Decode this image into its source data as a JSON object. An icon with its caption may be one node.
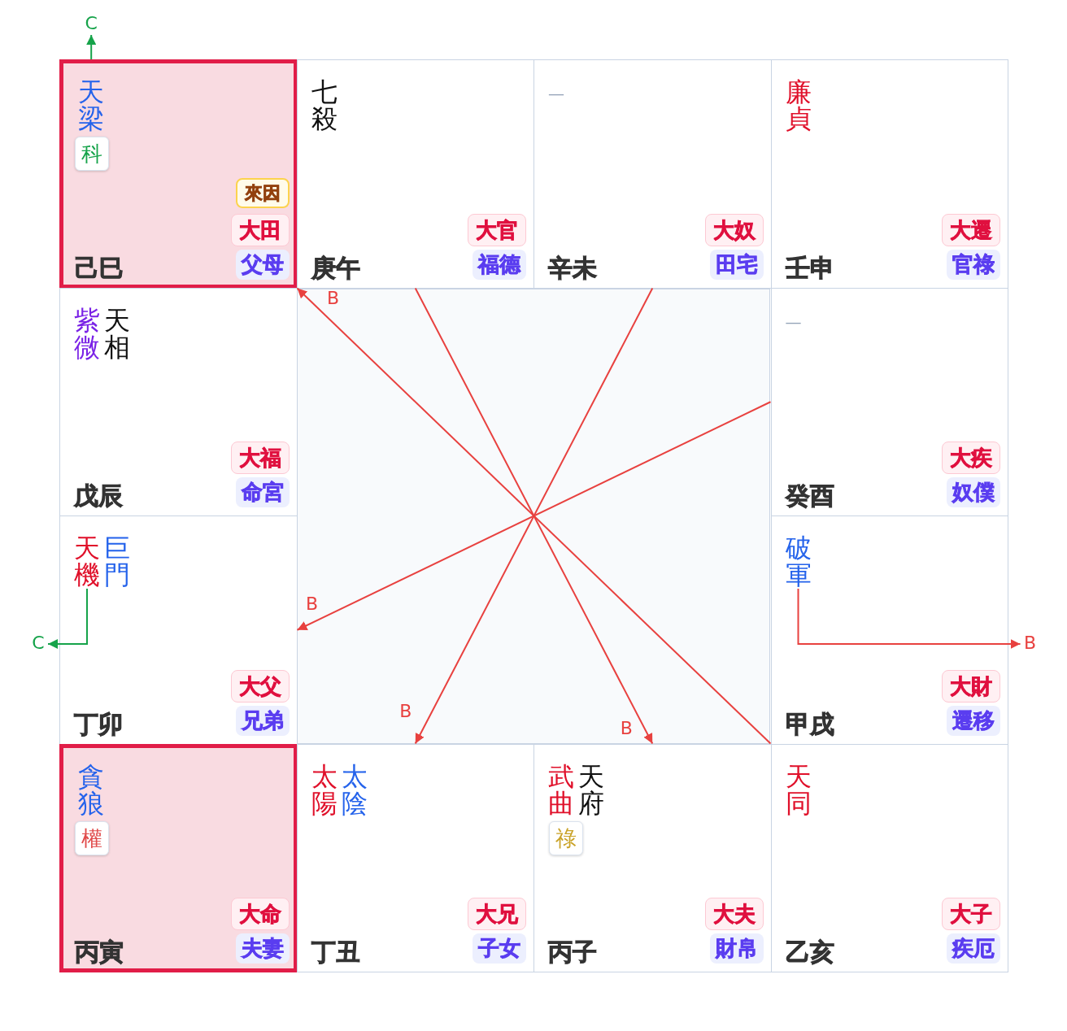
{
  "diagram": {
    "nodes": [
      {
        "text": [
          "天梁",
          "己巳"
        ]
      },
      {
        "text": [
          "科"
        ],
        "in": 0
      },
      {
        "text": [
          "來因"
        ],
        "in": 0
      },
      {
        "text": [
          "大田"
        ],
        "in": 0
      },
      {
        "text": [
          "父母"
        ],
        "in": 0
      },
      {
        "text": [
          "七殺",
          "庚午"
        ]
      },
      {
        "text": [
          "大官"
        ],
        "in": 5
      },
      {
        "text": [
          "福德"
        ],
        "in": 5
      },
      {
        "text": [
          "—",
          "辛未"
        ]
      },
      {
        "text": [
          "大奴"
        ],
        "in": 8
      },
      {
        "text": [
          "田宅"
        ],
        "in": 8
      },
      {
        "text": [
          "廉貞",
          "壬申"
        ]
      },
      {
        "text": [
          "大遷"
        ],
        "in": 11
      },
      {
        "text": [
          "官祿"
        ],
        "in": 11
      },
      {
        "text": [
          "紫微",
          "天相",
          "戊辰"
        ]
      },
      {
        "text": [
          "大福"
        ],
        "in": 14
      },
      {
        "text": [
          "命宮"
        ],
        "in": 14
      },
      {
        "text": [
          "—",
          "癸酉"
        ]
      },
      {
        "text": [
          "大疾"
        ],
        "in": 17
      },
      {
        "text": [
          "奴僕"
        ],
        "in": 17
      },
      {
        "text": [
          "巨門",
          "丁卯"
        ]
      },
      {
        "text": [
          "天機"
        ],
        "in": 20
      },
      {
        "text": [
          "大父"
        ],
        "in": 20
      },
      {
        "text": [
          "兄弟"
        ],
        "in": 20
      },
      {
        "text": [
          "甲戌"
        ]
      },
      {
        "text": [
          "破軍"
        ],
        "in": 24
      },
      {
        "text": [
          "大財"
        ],
        "in": 24
      },
      {
        "text": [
          "遷移"
        ],
        "in": 24
      },
      {
        "text": [
          "貪狼",
          "丙寅"
        ]
      },
      {
        "text": [
          "權"
        ],
        "in": 28
      },
      {
        "text": [
          "大命"
        ],
        "in": 28
      },
      {
        "text": [
          "夫妻"
        ],
        "in": 28
      },
      {
        "text": [
          "太陽",
          "太陰",
          "丁丑"
        ]
      },
      {
        "text": [
          "大兄"
        ],
        "in": 32
      },
      {
        "text": [
          "子女"
        ],
        "in": 32
      },
      {
        "text": [
          "武曲",
          "天府",
          "丙子"
        ]
      },
      {
        "text": [
          "祿"
        ],
        "in": 35
      },
      {
        "text": [
          "大夫"
        ],
        "in": 35
      },
      {
        "text": [
          "財帛"
        ],
        "in": 35
      },
      {
        "text": [
          "天同",
          "乙亥"
        ]
      },
      {
        "text": [
          "大子"
        ],
        "in": 39
      },
      {
        "text": [
          "疾厄"
        ],
        "in": 39
      }
    ],
    "edges": [
      {
        "from": 0,
        "to": null,
        "arrow": "to",
        "label": "C",
        "color": "#16a34a"
      },
      {
        "from": 39,
        "to": 0,
        "arrow": "to",
        "label": "B"
      },
      {
        "from": 5,
        "to": 35,
        "arrow": "to",
        "label": "B"
      },
      {
        "from": 8,
        "to": 32,
        "arrow": "to",
        "label": "B"
      },
      {
        "from": 17,
        "to": 20,
        "arrow": "to",
        "label": "B"
      },
      {
        "from": 21,
        "to": null,
        "arrow": "to",
        "label": "C",
        "color": "#16a34a"
      },
      {
        "from": 25,
        "to": null,
        "arrow": "to",
        "label": "B"
      }
    ]
  }
}
